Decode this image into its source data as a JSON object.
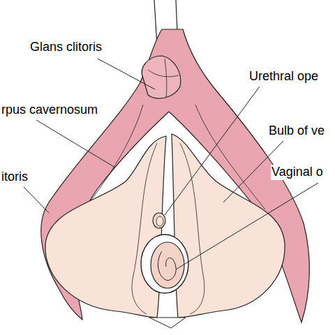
{
  "diagram": {
    "labels": [
      "Glans clitoris",
      "Urethral ope",
      "rpus cavernosum",
      "Bulb of ve",
      "Vaginal o",
      "itoris"
    ]
  }
}
